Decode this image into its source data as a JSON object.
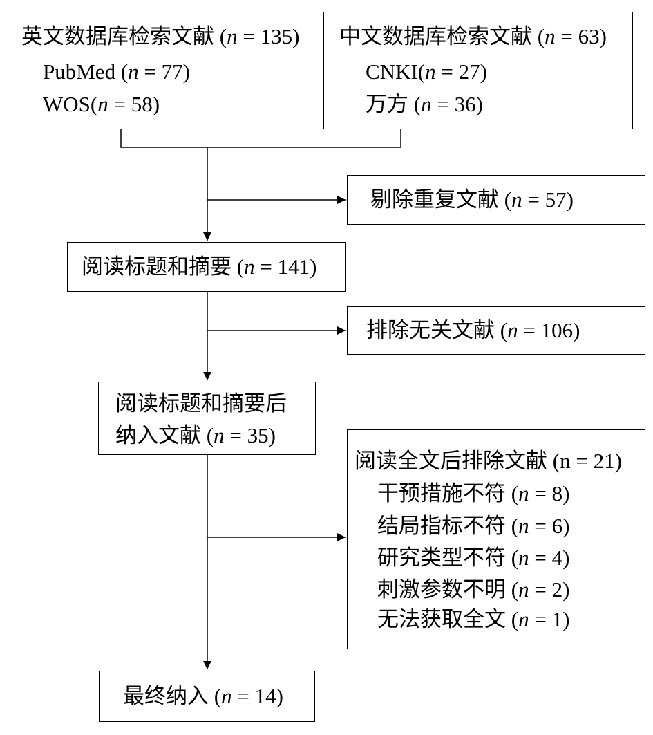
{
  "search": {
    "english": {
      "title": "英文数据库检索文献",
      "title_count": "135",
      "sources": [
        {
          "name": "PubMed",
          "count": "77"
        },
        {
          "name": "WOS",
          "count": "58"
        }
      ]
    },
    "chinese": {
      "title": "中文数据库检索文献",
      "title_count": "63",
      "sources": [
        {
          "name": "CNKI",
          "count": "27"
        },
        {
          "name": "万方",
          "count": "36"
        }
      ]
    }
  },
  "duplicates": {
    "label": "剔除重复文献",
    "count": "57"
  },
  "screen_abstract": {
    "label": "阅读标题和摘要",
    "count": "141"
  },
  "irrelevant": {
    "label": "排除无关文献",
    "count": "106"
  },
  "included_after_abstract": {
    "line1": "阅读标题和摘要后",
    "line2": "纳入文献",
    "count": "35"
  },
  "fulltext_excluded": {
    "title": "阅读全文后排除文献",
    "title_count": "21",
    "reasons": [
      {
        "label": "干预措施不符",
        "count": "8"
      },
      {
        "label": "结局指标不符",
        "count": "6"
      },
      {
        "label": "研究类型不符",
        "count": "4"
      },
      {
        "label": "刺激参数不明",
        "count": "2"
      },
      {
        "label": "无法获取全文",
        "count": "1"
      }
    ]
  },
  "final": {
    "label": "最终纳入",
    "count": "14"
  }
}
